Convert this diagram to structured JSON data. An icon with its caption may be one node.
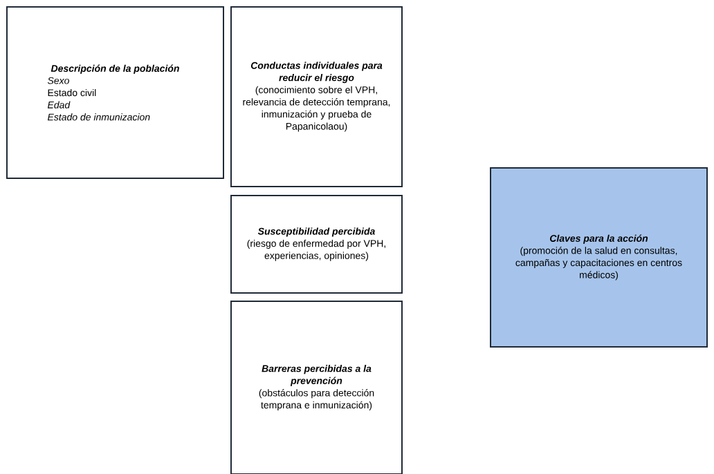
{
  "diagram": {
    "nodes": [
      {
        "text": [
          "Descripción de la población",
          "Sexo",
          "Estado civil",
          "Edad",
          "Estado de inmunizacion"
        ]
      },
      {
        "text": [
          "Conductas individuales para reducir el riesgo",
          "(conocimiento sobre el VPH, relevancia de detección temprana, inmunización y prueba de Papanicolaou)"
        ]
      },
      {
        "text": [
          "Susceptibilidad percibida",
          "(riesgo de enfermedad por VPH, experiencias, opiniones)"
        ]
      },
      {
        "text": [
          "Barreras percibidas a la prevención",
          "(obstáculos para detección temprana e inmunización)"
        ]
      },
      {
        "text": [
          "Claves para la acción",
          "(promoción de la salud en consultas, campañas y capacitaciones en centros médicos)"
        ]
      }
    ],
    "edges": []
  }
}
